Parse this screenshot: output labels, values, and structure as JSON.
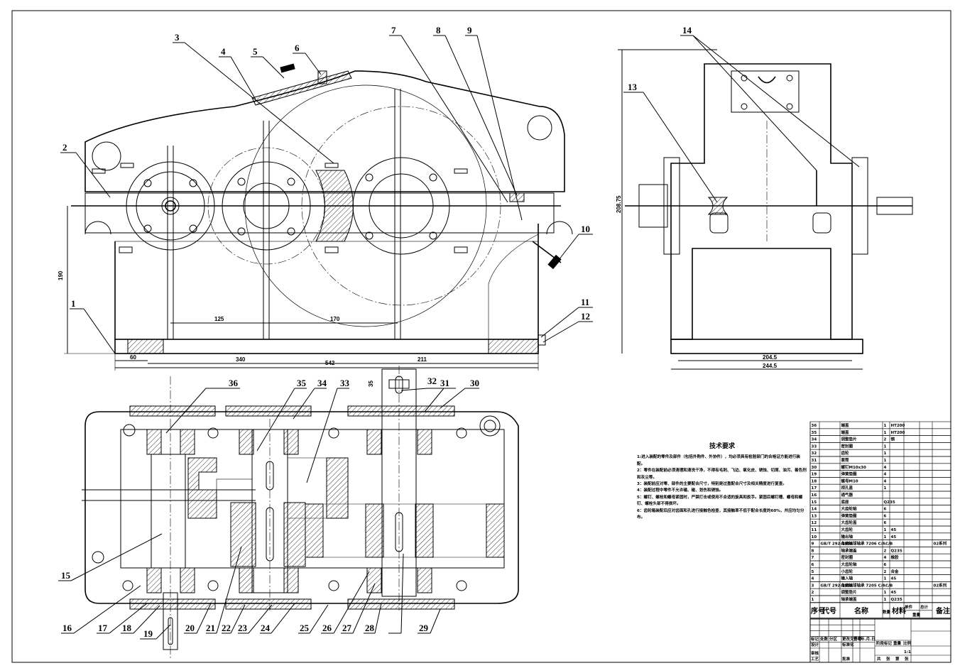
{
  "drawing": {
    "type": "two-stage gear reducer assembly drawing",
    "balloons_front": [
      "1",
      "2",
      "3",
      "4",
      "5",
      "6",
      "7",
      "8",
      "9",
      "10",
      "11",
      "12"
    ],
    "balloons_side": [
      "13",
      "14"
    ],
    "balloons_plan": [
      "15",
      "16",
      "17",
      "18",
      "19",
      "20",
      "21",
      "22",
      "23",
      "24",
      "25",
      "26",
      "27",
      "28",
      "29",
      "30",
      "31",
      "32",
      "33",
      "34",
      "35",
      "36"
    ],
    "dimensions": {
      "height_total": "190",
      "center_dist_1": "125",
      "center_dist_2": "170",
      "left_offset": "60",
      "length_340": "340",
      "length_211": "211",
      "overall_length": "542",
      "side_height": "208.75",
      "side_width_inner": "204.5",
      "side_width_outer": "244.5",
      "shaft_ext": "35"
    }
  },
  "tech_requirements": {
    "title": "技术要求",
    "items": [
      "1:进入装配的零件及部件（包括外购件、外协件），均必须具有检验部门的合格证方能进行装配。",
      "2：零件在装配前必须清理和清洗干净，不得有毛刺、飞边、氧化皮、锈蚀、切屑、油污、着色剂和灰尘等。",
      "3：装配前应对零、部件的主要配合尺寸，特别是过盈配合尺寸及相关精度进行复查。",
      "4：装配过程中零件不允许磕、碰、划伤和锈蚀。",
      "5：螺钉、螺栓和螺母紧固时，严禁打击或使用不合适的旋具和扳手。紧固后螺钉槽、螺母和螺钉、螺栓头部不得损坏。",
      "6：齿轮箱装配后应对齿面和孔进行接触色检查，其接触率不低于配合长度的60%，并应均匀分布。"
    ]
  },
  "bom": {
    "rows": [
      {
        "no": "36",
        "code": "",
        "name": "端盖",
        "qty": "1",
        "material": "HT200",
        "note": ""
      },
      {
        "no": "35",
        "code": "",
        "name": "端盖",
        "qty": "1",
        "material": "HT200",
        "note": ""
      },
      {
        "no": "34",
        "code": "",
        "name": "调整垫片",
        "qty": "2",
        "material": "钢",
        "note": ""
      },
      {
        "no": "33",
        "code": "",
        "name": "密封圈",
        "qty": "1",
        "material": "",
        "note": ""
      },
      {
        "no": "32",
        "code": "",
        "name": "齿轮",
        "qty": "1",
        "material": "",
        "note": ""
      },
      {
        "no": "31",
        "code": "",
        "name": "套筒",
        "qty": "1",
        "material": "",
        "note": ""
      },
      {
        "no": "30",
        "code": "",
        "name": "螺钉M10x30",
        "qty": "4",
        "material": "",
        "note": ""
      },
      {
        "no": "19",
        "code": "",
        "name": "弹簧垫圈",
        "qty": "4",
        "material": "",
        "note": ""
      },
      {
        "no": "18",
        "code": "",
        "name": "螺母M10",
        "qty": "4",
        "material": "",
        "note": ""
      },
      {
        "no": "17",
        "code": "",
        "name": "视孔盖",
        "qty": "1",
        "material": "",
        "note": ""
      },
      {
        "no": "16",
        "code": "",
        "name": "通气器",
        "qty": "",
        "material": "",
        "note": ""
      },
      {
        "no": "15",
        "code": "",
        "name": "底座",
        "qty": "Q235",
        "material": "",
        "note": ""
      },
      {
        "no": "14",
        "code": "",
        "name": "大齿轮轴",
        "qty": "6",
        "material": "",
        "note": ""
      },
      {
        "no": "13",
        "code": "",
        "name": "弹簧垫圈",
        "qty": "6",
        "material": "",
        "note": ""
      },
      {
        "no": "12",
        "code": "",
        "name": "大齿轮盖",
        "qty": "6",
        "material": "",
        "note": ""
      },
      {
        "no": "11",
        "code": "",
        "name": "大齿轮",
        "qty": "1",
        "material": "45",
        "note": ""
      },
      {
        "no": "10",
        "code": "",
        "name": "输出轴",
        "qty": "1",
        "material": "45",
        "note": ""
      },
      {
        "no": "9",
        "code": "GB/T 292-1994",
        "name": "角接触球轴承 7206 C/AC/B",
        "qty": "",
        "material": "",
        "note": "02系列"
      },
      {
        "no": "8",
        "code": "",
        "name": "轴承端盖",
        "qty": "2",
        "material": "Q235",
        "note": ""
      },
      {
        "no": "7",
        "code": "",
        "name": "密封圈",
        "qty": "4",
        "material": "橡胶",
        "note": ""
      },
      {
        "no": "6",
        "code": "",
        "name": "大齿轮轴",
        "qty": "6",
        "material": "",
        "note": ""
      },
      {
        "no": "5",
        "code": "",
        "name": "小齿轮",
        "qty": "2",
        "material": "合金",
        "note": ""
      },
      {
        "no": "4",
        "code": "",
        "name": "输入轴",
        "qty": "1",
        "material": "45",
        "note": ""
      },
      {
        "no": "3",
        "code": "GB/T 292-1994",
        "name": "角接触球轴承 7205 C/AC/B",
        "qty": "",
        "material": "",
        "note": "02系列"
      },
      {
        "no": "2",
        "code": "",
        "name": "调整垫片",
        "qty": "1",
        "material": "45",
        "note": ""
      },
      {
        "no": "1",
        "code": "",
        "name": "轴承端盖",
        "qty": "1",
        "material": "Q235",
        "note": ""
      }
    ],
    "header": {
      "no": "序号",
      "code": "代号",
      "name": "名称",
      "qty": "数量",
      "material": "材料",
      "single": "单件",
      "total": "总计",
      "weight": "重量",
      "note": "备注"
    }
  },
  "title_block": {
    "row_labels": [
      "标记",
      "处数",
      "分区",
      "更改文件号",
      "签名",
      "年.月.日"
    ],
    "design": "设计",
    "standard": "标准化",
    "check": "审核",
    "process": "工艺",
    "approve": "批准",
    "stage_label": "阶段标记",
    "weight_label": "重量",
    "scale_label": "比例",
    "scale": "1:1",
    "sheets": [
      "共",
      "张",
      "第",
      "张"
    ]
  }
}
